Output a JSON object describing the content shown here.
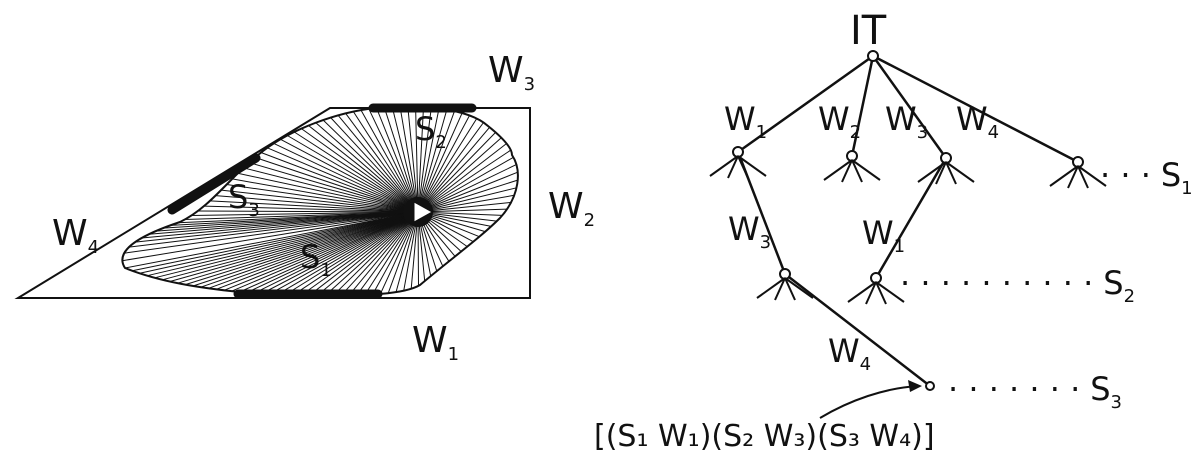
{
  "left_figure": {
    "wall_labels": [
      {
        "id": "w1",
        "base": "W",
        "sub": "1"
      },
      {
        "id": "w2",
        "base": "W",
        "sub": "2"
      },
      {
        "id": "w3",
        "base": "W",
        "sub": "3"
      },
      {
        "id": "w4",
        "base": "W",
        "sub": "4"
      }
    ],
    "segment_labels": [
      {
        "id": "s1",
        "base": "S",
        "sub": "1"
      },
      {
        "id": "s2",
        "base": "S",
        "sub": "2"
      },
      {
        "id": "s3",
        "base": "S",
        "sub": "3"
      }
    ]
  },
  "tree": {
    "root_label": "IT",
    "edge_labels": [
      {
        "id": "root-w1",
        "base": "W",
        "sub": "1"
      },
      {
        "id": "root-w2",
        "base": "W",
        "sub": "2"
      },
      {
        "id": "root-w3",
        "base": "W",
        "sub": "3"
      },
      {
        "id": "root-w4",
        "base": "W",
        "sub": "4"
      },
      {
        "id": "l1-w3",
        "base": "W",
        "sub": "3"
      },
      {
        "id": "l1-w1",
        "base": "W",
        "sub": "1"
      },
      {
        "id": "l2-w4",
        "base": "W",
        "sub": "4"
      }
    ],
    "level_labels": [
      {
        "id": "lvl1",
        "base": "S",
        "sub": "1",
        "prefix": "· · ·"
      },
      {
        "id": "lvl2",
        "base": "S",
        "sub": "2",
        "prefix": "· · · · · · · · · ·"
      },
      {
        "id": "lvl3",
        "base": "S",
        "sub": "3",
        "prefix": "· · · · · · ·"
      }
    ],
    "leaf_formula": "[(S₁ W₁)(S₂ W₃)(S₃ W₄)]"
  }
}
